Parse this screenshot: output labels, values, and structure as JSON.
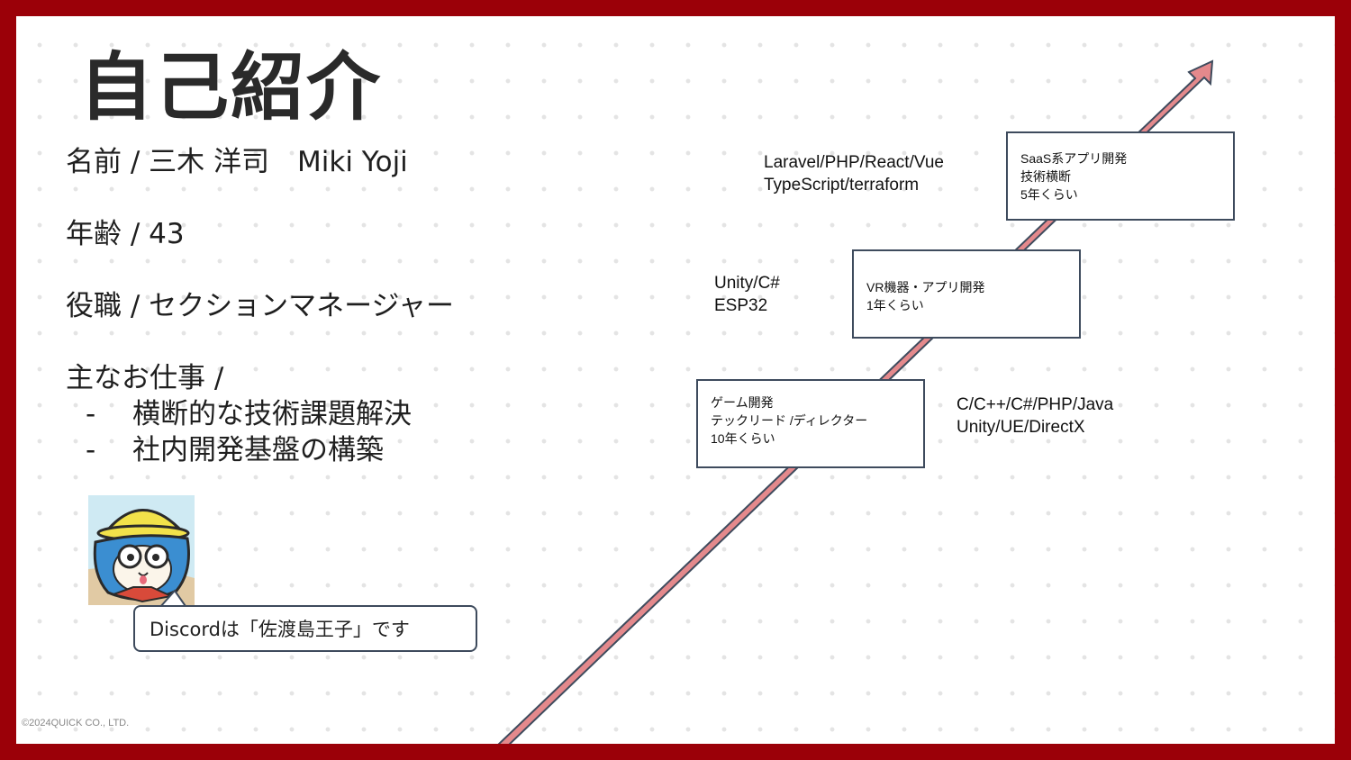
{
  "title": "自己紹介",
  "profile": {
    "name": "名前 / 三木 洋司　Miki Yoji",
    "age": "年齢 / 43",
    "role": "役職 / セクションマネージャー",
    "work_heading": "主なお仕事 /",
    "work_items": [
      "横断的な技術課題解決",
      "社内開発基盤の構築"
    ],
    "bullet_symbol": "-"
  },
  "speech_bubble": "Discordは「佐渡島王子」です",
  "avatar_icon": "cat-avatar-icon",
  "copyright": "©2024QUICK CO., LTD.",
  "career": [
    {
      "lines": [
        "ゲーム開発",
        "テックリード /ディレクター",
        "10年くらい"
      ],
      "tech": [
        "C/C++/C#/PHP/Java",
        "Unity/UE/DirectX"
      ]
    },
    {
      "lines": [
        "VR機器・アプリ開発",
        "1年くらい"
      ],
      "tech": [
        "Unity/C#",
        "ESP32"
      ]
    },
    {
      "lines": [
        "SaaS系アプリ開発",
        "技術横断",
        "5年くらい"
      ],
      "tech": [
        "Laravel/PHP/React/Vue",
        "TypeScript/terraform"
      ]
    }
  ],
  "colors": {
    "frame": "#9b0008",
    "arrow_fill": "#e4898c",
    "arrow_stroke": "#3e4b5d",
    "box_border": "#3e4b5d"
  }
}
